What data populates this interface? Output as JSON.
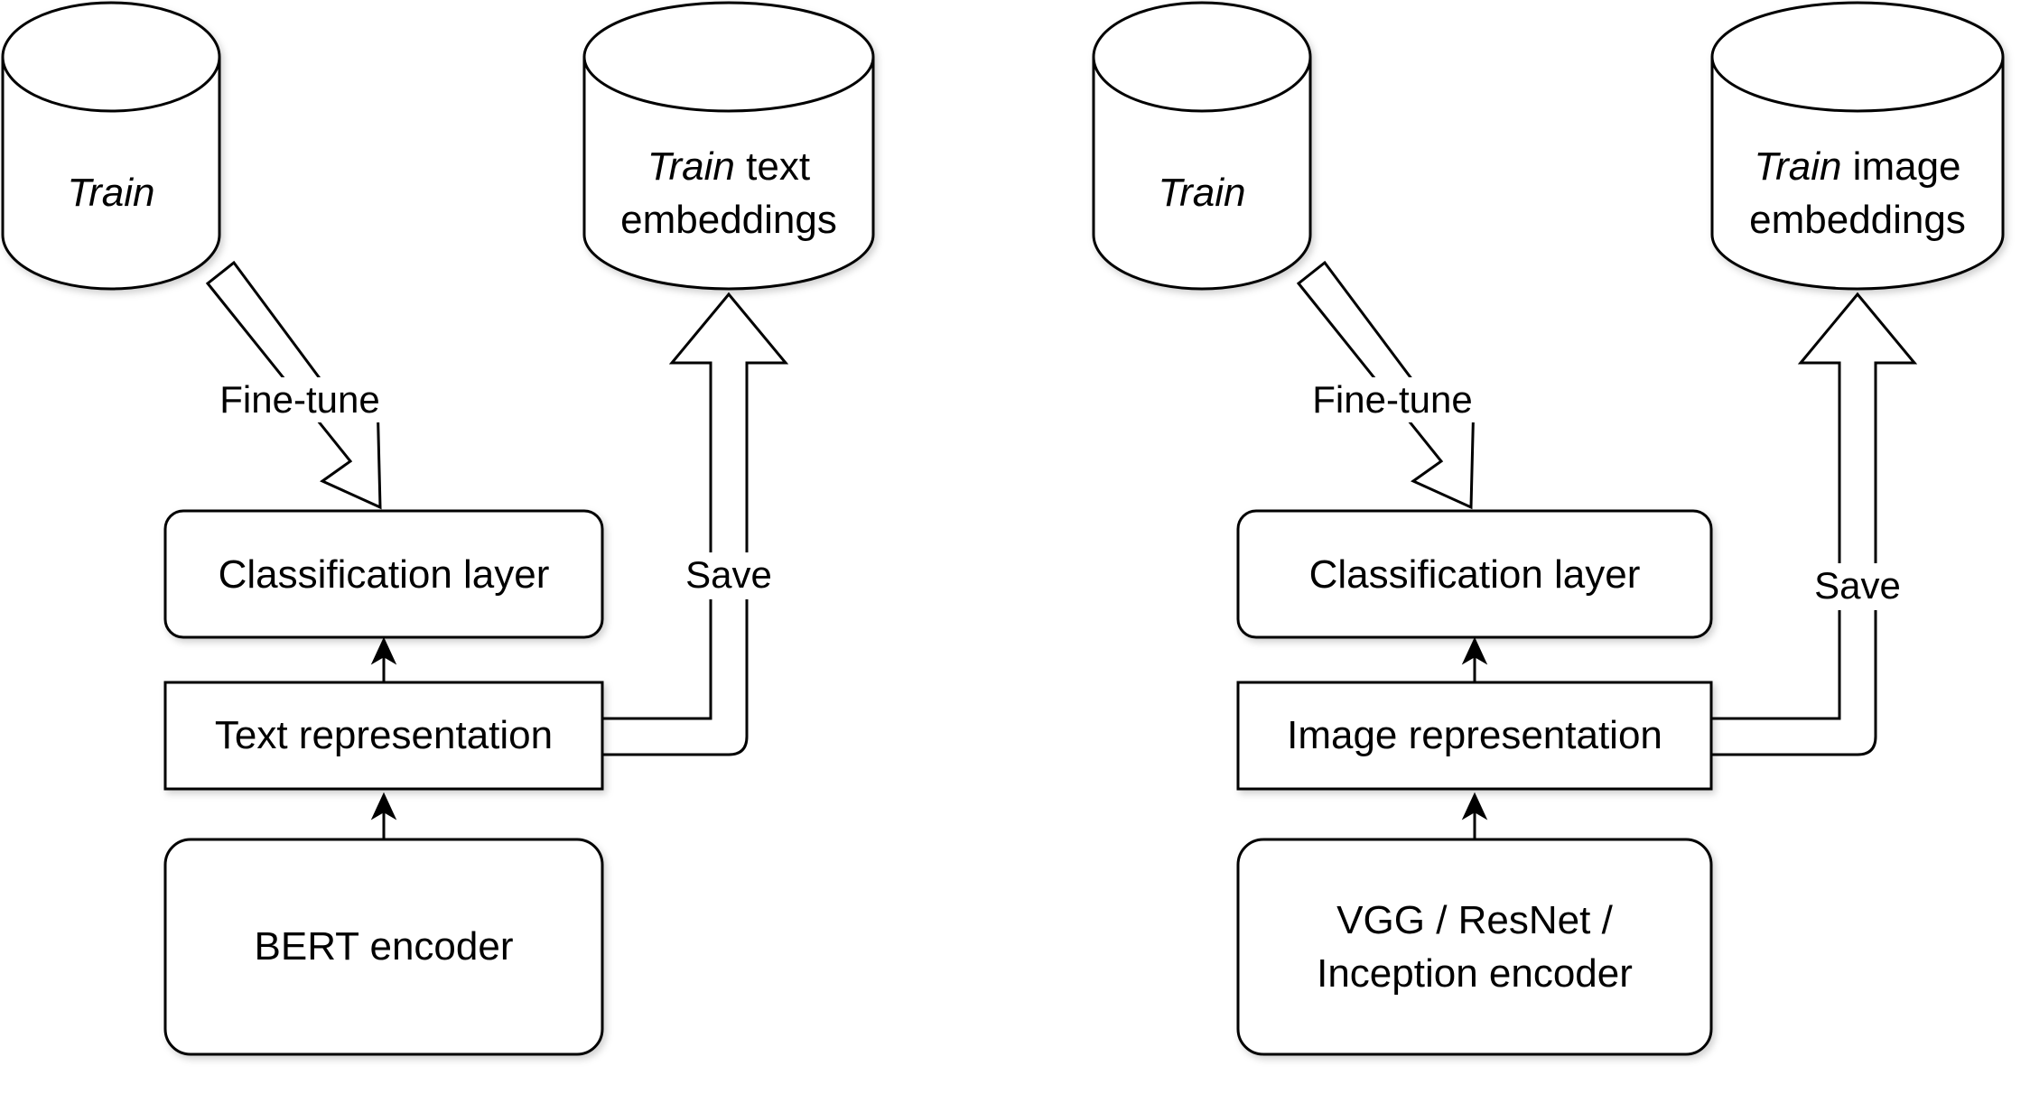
{
  "left": {
    "dataset": {
      "name": "Train"
    },
    "output": {
      "name_italic": "Train",
      "name_rest": " text",
      "line2": "embeddings"
    },
    "finetune_label": "Fine-tune",
    "save_label": "Save",
    "classification": "Classification layer",
    "representation": "Text representation",
    "encoder": {
      "line1": "BERT encoder"
    }
  },
  "right": {
    "dataset": {
      "name": "Train"
    },
    "output": {
      "name_italic": "Train",
      "name_rest": " image",
      "line2": "embeddings"
    },
    "finetune_label": "Fine-tune",
    "save_label": "Save",
    "classification": "Classification layer",
    "representation": "Image representation",
    "encoder": {
      "line1": "VGG / ResNet /",
      "line2": "Inception encoder"
    }
  }
}
